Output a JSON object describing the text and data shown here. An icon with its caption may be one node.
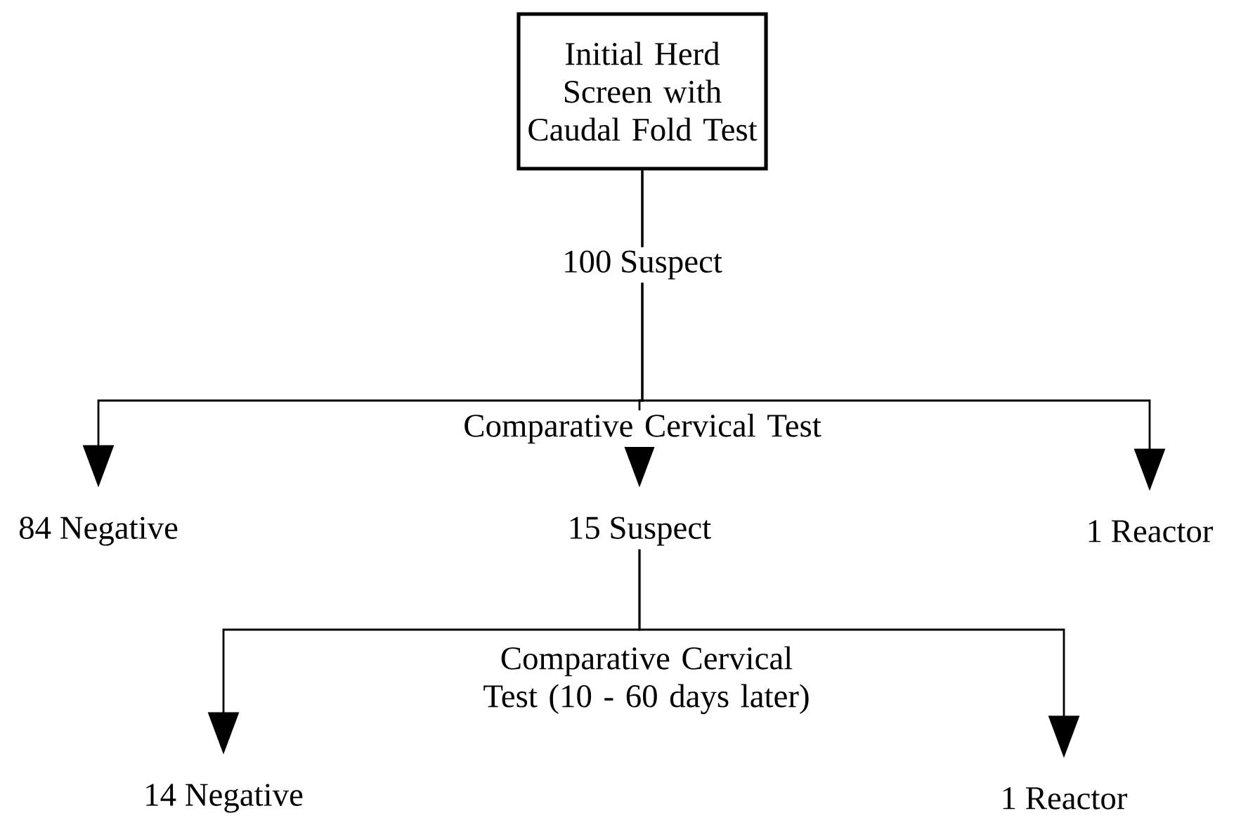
{
  "diagram": {
    "nodes": [
      {
        "text": [
          "Initial Herd Screen with Caudal Fold Test"
        ]
      },
      {
        "text": [
          "84 Negative"
        ]
      },
      {
        "text": [
          "15 Suspect"
        ]
      },
      {
        "text": [
          "1 Reactor"
        ]
      },
      {
        "text": [
          "14 Negative"
        ]
      },
      {
        "text": [
          "1 Reactor"
        ]
      }
    ],
    "edges": [
      {
        "from": 0,
        "to": 1,
        "arrow": "to"
      },
      {
        "from": 0,
        "to": 2,
        "arrow": "to",
        "label": "100 Suspect"
      },
      {
        "from": 0,
        "to": 3,
        "arrow": "to"
      },
      {
        "from": 2,
        "to": 4,
        "arrow": "to"
      },
      {
        "from": 2,
        "to": 5,
        "arrow": "to"
      }
    ],
    "labels": [
      "Comparative Cervical Test",
      "Comparative Cervical Test (10 - 60 days later)"
    ]
  }
}
